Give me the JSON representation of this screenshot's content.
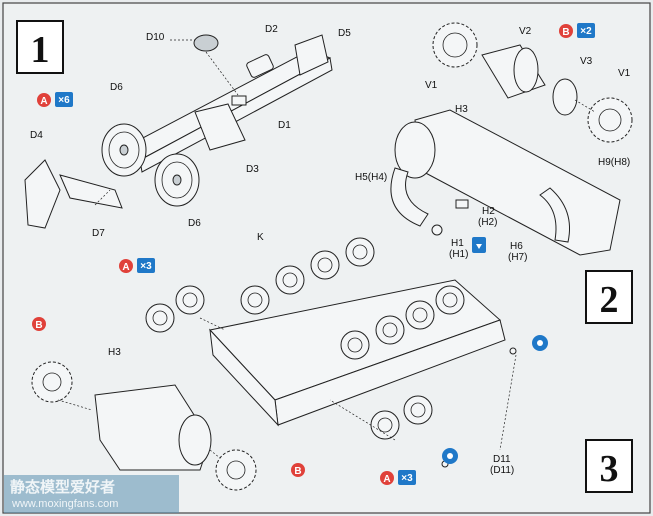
{
  "steps": {
    "s1": "1",
    "s2": "2",
    "s3": "3"
  },
  "step1": {
    "labels": {
      "d10": "D10",
      "d2": "D2",
      "d5": "D5",
      "d6a": "D6",
      "d4": "D4",
      "d1": "D1",
      "d3": "D3",
      "d6b": "D6",
      "d7": "D7"
    },
    "marker": {
      "letter": "A",
      "qty": "×6"
    }
  },
  "step2": {
    "labels": {
      "v2": "V2",
      "v3": "V3",
      "v1a": "V1",
      "v1b": "V1",
      "h3": "H3",
      "h9": "H9(H8)",
      "h5": "H5(H4)",
      "h2": "H2",
      "h2b": "(H2)",
      "h1": "H1",
      "h1b": "(H1)",
      "h6": "H6",
      "h7": "(H7)"
    },
    "marker": {
      "letter": "B",
      "qty": "×2"
    }
  },
  "step3": {
    "labels": {
      "k": "K",
      "h3": "H3",
      "d11": "D11",
      "d11b": "(D11)"
    },
    "markers": [
      {
        "letter": "A",
        "qty": "×3"
      },
      {
        "letter": "B"
      },
      {
        "letter": "B"
      },
      {
        "letter": "A",
        "qty": "×3"
      }
    ]
  },
  "watermark": {
    "cn": "静态模型爱好者",
    "url": "www.moxingfans.com"
  },
  "colors": {
    "marker_red": "#e0413a",
    "qty_blue": "#1f78c8",
    "page_bg": "#e9ecee"
  },
  "icons": [
    "wheel-icon",
    "sprocket-icon",
    "glue-icon",
    "cement-icon"
  ]
}
